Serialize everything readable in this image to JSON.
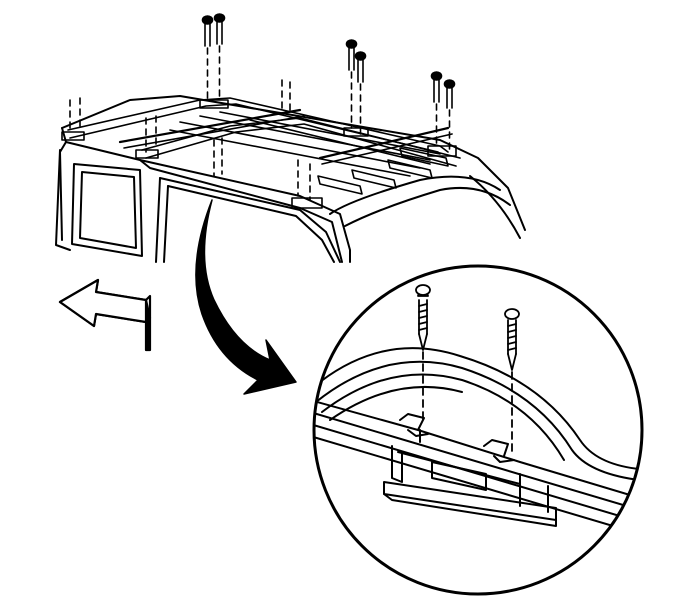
{
  "figure": {
    "description_free": true,
    "stroke_color": "#000000",
    "fill_color": "#ffffff",
    "shadow_color": "#000000"
  },
  "parts": {
    "vehicle_roof": "vehicle-roof",
    "luggage_rack": "luggage-rack",
    "fasteners": "fasteners",
    "detail_view": "detail-view",
    "direction_arrow": "front-direction-arrow",
    "callout_arrow": "callout-arrow"
  }
}
